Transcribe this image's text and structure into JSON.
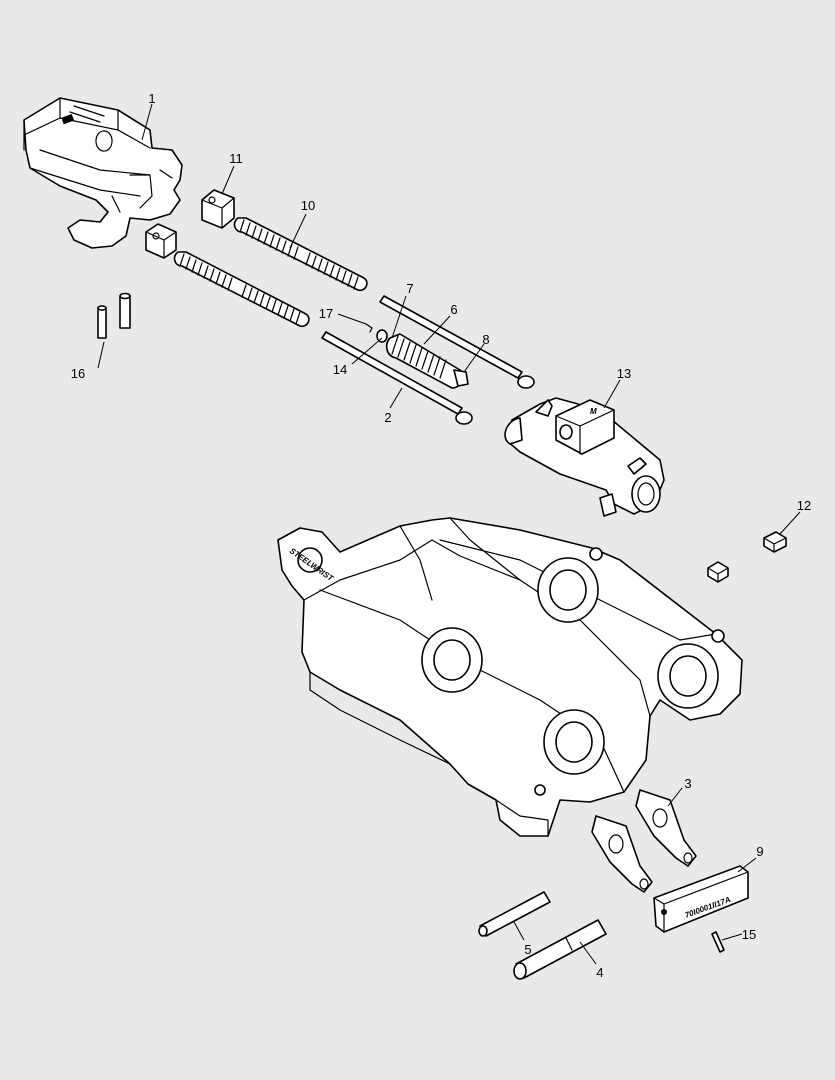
{
  "background": "#e9e9e9",
  "line_color": "#000000",
  "fill_color": "#ffffff",
  "callouts": {
    "c1": "1",
    "c2": "2",
    "c3": "3",
    "c4": "4",
    "c5": "5",
    "c6": "6",
    "c7": "7",
    "c8": "8",
    "c9": "9",
    "c10": "10",
    "c11": "11",
    "c12": "12",
    "c13": "13",
    "c14": "14",
    "c15": "15",
    "c16": "16",
    "c17": "17"
  },
  "markings": {
    "part9_label": "70I0001II17A",
    "frame_label": "STEELWRIST",
    "cylinder_mark": "M"
  }
}
